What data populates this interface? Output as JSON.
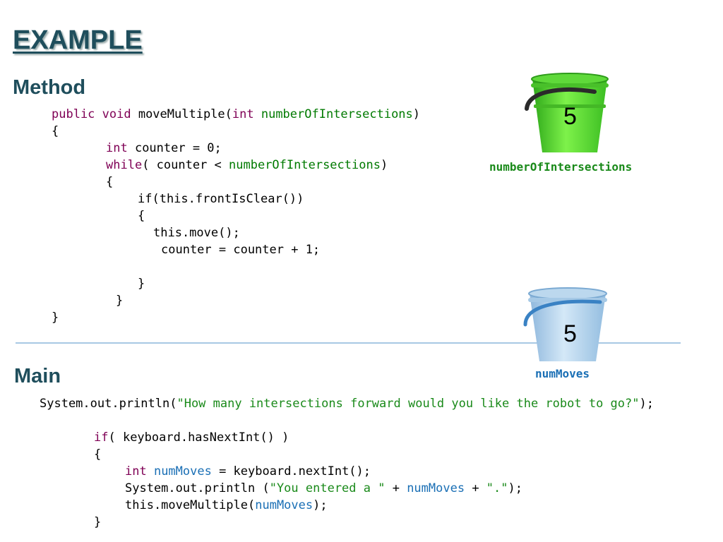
{
  "slide": {
    "title": "EXAMPLE",
    "method_heading": "Method",
    "main_heading": "Main"
  },
  "method_code": {
    "l1": {
      "a": "public void ",
      "b": "moveMultiple(",
      "c": "int ",
      "d": "numberOfIntersections",
      "e": ")"
    },
    "l2": "{",
    "l3": {
      "a": "int ",
      "b": "counter = 0;"
    },
    "l4": {
      "a": "while",
      "b": "( counter < ",
      "c": "numberOfIntersections",
      "d": ")"
    },
    "l5": "{",
    "l6": "if(this.frontIsClear())",
    "l7": "{",
    "l8": "this.move();",
    "l9": "counter = counter + 1;",
    "l10": "}",
    "l11": "}",
    "l12": "}"
  },
  "main_code": {
    "m1": {
      "a": "System.out.println(",
      "b": "\"How many intersections forward would you like the robot to go?\"",
      "c": ");"
    },
    "m2": {
      "a": "if",
      "b": "( keyboard.hasNextInt() )"
    },
    "m3": "{",
    "m4": {
      "a": "int ",
      "b": "numMoves",
      "c": " = keyboard.nextInt();"
    },
    "m5": {
      "a": "System.out.println (",
      "b": "\"You entered a \"",
      "c": " + ",
      "d": "numMoves",
      "e": " + ",
      "f": "\".\"",
      "g": ");"
    },
    "m6": {
      "a": "this.moveMultiple(",
      "b": "numMoves",
      "c": ");"
    },
    "m7": "}"
  },
  "buckets": {
    "green": {
      "value": "5",
      "label": "numberOfIntersections",
      "color": "#4fcf2a",
      "label_color": "#1a8a1a"
    },
    "blue": {
      "value": "5",
      "label": "numMoves",
      "color": "#a9cdea",
      "label_color": "#1a6fb5"
    }
  }
}
